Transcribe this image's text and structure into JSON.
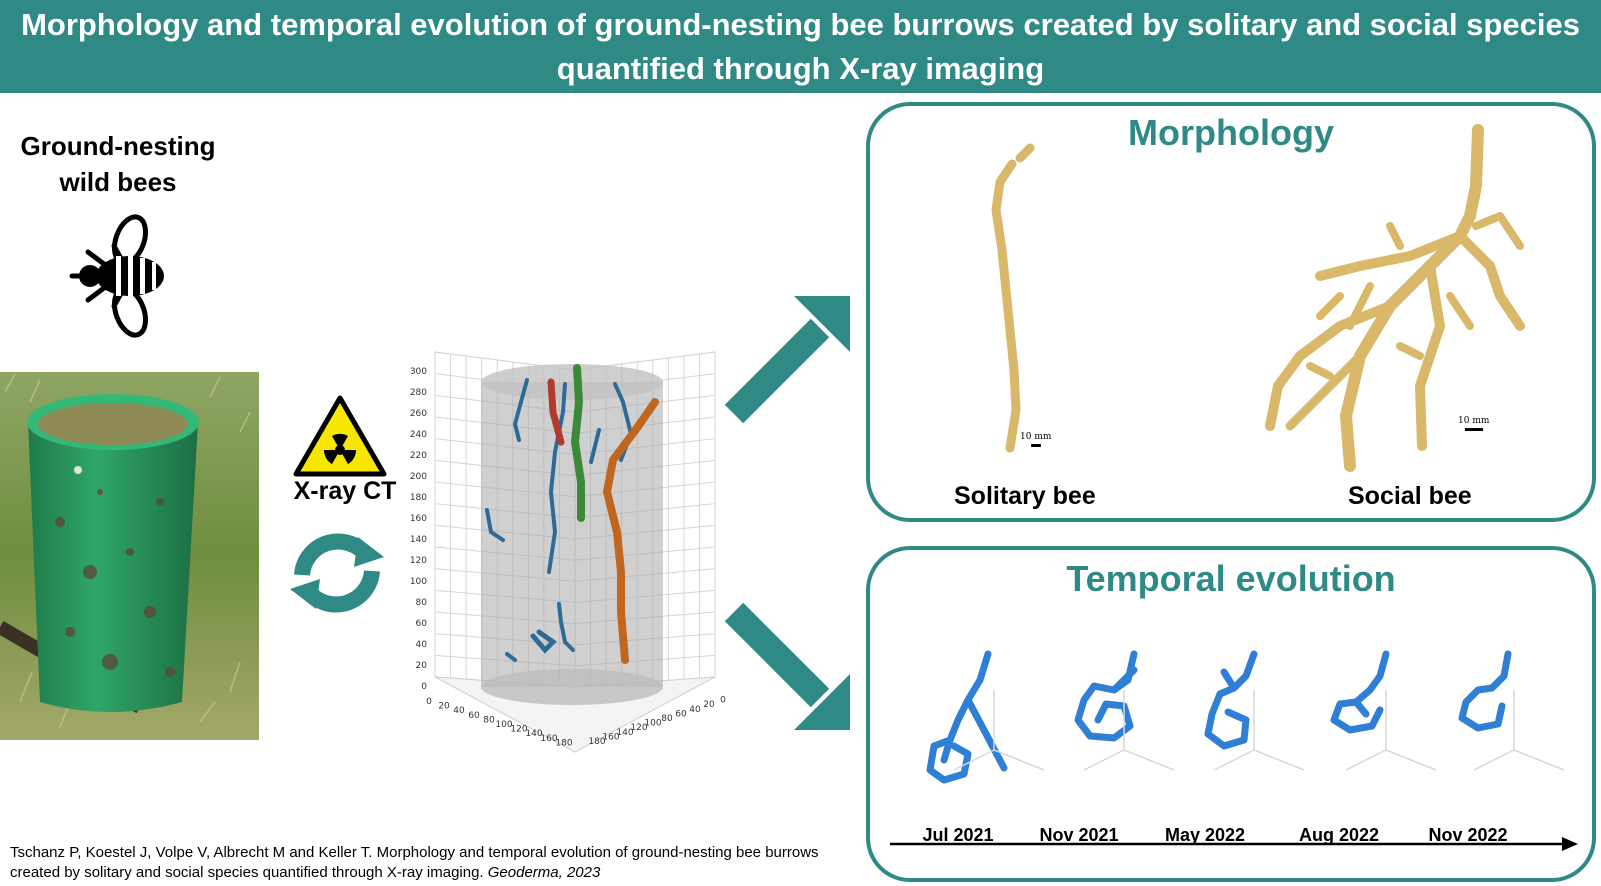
{
  "banner": {
    "title": "Morphology and temporal evolution of ground-nesting bee burrows created by solitary and social species quantified through X-ray imaging"
  },
  "left": {
    "title_line1": "Ground-nesting",
    "title_line2": "wild bees",
    "icon": "bee-icon",
    "photo": "green-pvc-soil-core-in-grass"
  },
  "method": {
    "label": "X-ray CT",
    "icons": [
      "radiation-warning-icon",
      "cycle-arrows-icon"
    ]
  },
  "plot3d": {
    "z_ticks": [
      "300",
      "280",
      "260",
      "240",
      "220",
      "200",
      "180",
      "160",
      "140",
      "120",
      "100",
      "80",
      "60",
      "40",
      "20",
      "0"
    ],
    "x_ticks": [
      "0",
      "20",
      "40",
      "60",
      "80",
      "100",
      "120",
      "140",
      "160",
      "180"
    ],
    "y_ticks": [
      "180",
      "160",
      "140",
      "120",
      "100",
      "80",
      "60",
      "40",
      "20",
      "0"
    ],
    "burrow_colors": {
      "blue": "#2d6a96",
      "red": "#b03a2e",
      "green": "#3a8a3a",
      "orange": "#c1661f"
    }
  },
  "morphology": {
    "title": "Morphology",
    "solitary_label": "Solitary bee",
    "social_label": "Social bee",
    "scale_label_solitary": "10 mm",
    "scale_label_social": "10 mm",
    "burrow_color": "#d9b86a"
  },
  "temporal": {
    "title": "Temporal evolution",
    "dates": [
      "Jul 2021",
      "Nov 2021",
      "May 2022",
      "Aug 2022",
      "Nov 2022"
    ],
    "burrow_color": "#2f7fd6"
  },
  "citation": {
    "text": "Tschanz P, Koestel J, Volpe V, Albrecht M and Keller T. Morphology and temporal evolution of ground-nesting bee burrows created by solitary and social species quantified through X-ray imaging. ",
    "journal": "Geoderma, 2023"
  },
  "colors": {
    "teal": "#2f8a86",
    "warning_yellow": "#f7e600"
  }
}
